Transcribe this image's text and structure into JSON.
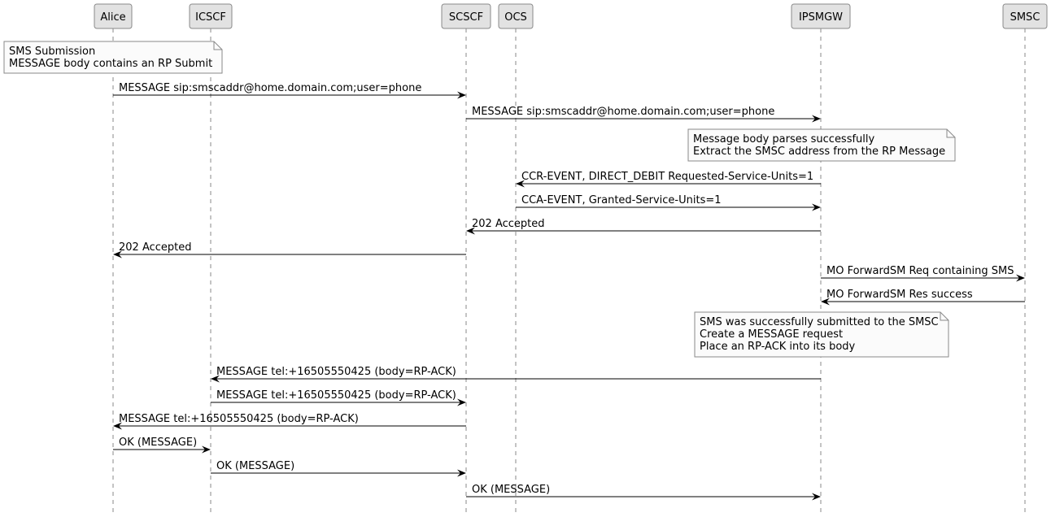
{
  "participants": [
    {
      "id": "alice",
      "label": "Alice"
    },
    {
      "id": "icscf",
      "label": "ICSCF"
    },
    {
      "id": "scscf",
      "label": "SCSCF"
    },
    {
      "id": "ocs",
      "label": "OCS"
    },
    {
      "id": "ipsmgw",
      "label": "IPSMGW"
    },
    {
      "id": "smsc",
      "label": "SMSC"
    }
  ],
  "events": [
    {
      "type": "note",
      "at": "alice",
      "lines": [
        "SMS Submission",
        "MESSAGE body contains an RP Submit"
      ]
    },
    {
      "type": "message",
      "from": "alice",
      "to": "scscf",
      "label": "MESSAGE sip:smscaddr@home.domain.com;user=phone"
    },
    {
      "type": "message",
      "from": "scscf",
      "to": "ipsmgw",
      "label": "MESSAGE sip:smscaddr@home.domain.com;user=phone"
    },
    {
      "type": "note",
      "at": "ipsmgw",
      "lines": [
        "Message body parses successfully",
        "Extract the SMSC address from the RP Message"
      ]
    },
    {
      "type": "message",
      "from": "ipsmgw",
      "to": "ocs",
      "label": "CCR-EVENT, DIRECT_DEBIT Requested-Service-Units=1"
    },
    {
      "type": "message",
      "from": "ocs",
      "to": "ipsmgw",
      "label": "CCA-EVENT, Granted-Service-Units=1"
    },
    {
      "type": "message",
      "from": "ipsmgw",
      "to": "scscf",
      "label": "202 Accepted"
    },
    {
      "type": "message",
      "from": "scscf",
      "to": "alice",
      "label": "202 Accepted"
    },
    {
      "type": "message",
      "from": "ipsmgw",
      "to": "smsc",
      "label": "MO ForwardSM Req containing SMS"
    },
    {
      "type": "message",
      "from": "smsc",
      "to": "ipsmgw",
      "label": "MO ForwardSM Res success"
    },
    {
      "type": "note",
      "at": "ipsmgw",
      "lines": [
        "SMS was successfully submitted to the SMSC",
        "Create a MESSAGE request",
        "Place an RP-ACK into its body"
      ]
    },
    {
      "type": "message",
      "from": "ipsmgw",
      "to": "icscf",
      "label": "MESSAGE tel:+16505550425 (body=RP-ACK)"
    },
    {
      "type": "message",
      "from": "icscf",
      "to": "scscf",
      "label": "MESSAGE tel:+16505550425 (body=RP-ACK)"
    },
    {
      "type": "message",
      "from": "scscf",
      "to": "alice",
      "label": "MESSAGE tel:+16505550425 (body=RP-ACK)"
    },
    {
      "type": "message",
      "from": "alice",
      "to": "icscf",
      "label": "OK (MESSAGE)"
    },
    {
      "type": "message",
      "from": "icscf",
      "to": "scscf",
      "label": "OK (MESSAGE)"
    },
    {
      "type": "message",
      "from": "scscf",
      "to": "ipsmgw",
      "label": "OK (MESSAGE)"
    }
  ]
}
